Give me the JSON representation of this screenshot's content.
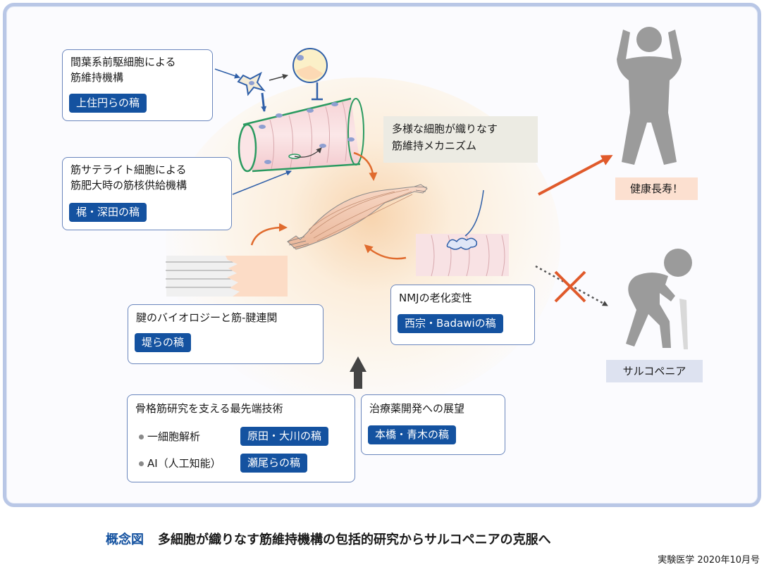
{
  "boxes": {
    "fap": {
      "title_line1": "間葉系前駆細胞による",
      "title_line2": "筋維持機構",
      "tag": "上住円らの稿"
    },
    "satellite": {
      "title_line1": "筋サテライト細胞による",
      "title_line2": "筋肥大時の筋核供給機構",
      "tag": "梶・深田の稿"
    },
    "tendon": {
      "title": "腱のバイオロジーと筋-腱連関",
      "tag": "堤らの稿"
    },
    "nmj": {
      "title": "NMJの老化変性",
      "tag": "西宗・Badawiの稿"
    },
    "tech": {
      "title": "骨格筋研究を支える最先端技術",
      "item1": "一細胞解析",
      "tag1": "原田・大川の稿",
      "item2": "AI（人工知能）",
      "tag2": "瀬尾らの稿"
    },
    "drug": {
      "title": "治療薬開発への展望",
      "tag": "本橋・青木の稿"
    }
  },
  "center_label": {
    "line1": "多様な細胞が織りなす",
    "line2": "筋維持メカニズム"
  },
  "outcomes": {
    "healthy": "健康長寿！",
    "sarcopenia": "サルコペニア"
  },
  "caption": {
    "label": "概念図",
    "text": "多細胞が織りなす筋維持機構の包括的研究からサルコペニアの克服へ"
  },
  "credit": "実験医学 2020年10月号",
  "colors": {
    "tag_blue": "#1452a0",
    "box_border": "#6a86bd",
    "arrow_orange": "#e06b2e",
    "arrow_red": "#e05a2b",
    "figure_gray": "#9b9b9b"
  }
}
